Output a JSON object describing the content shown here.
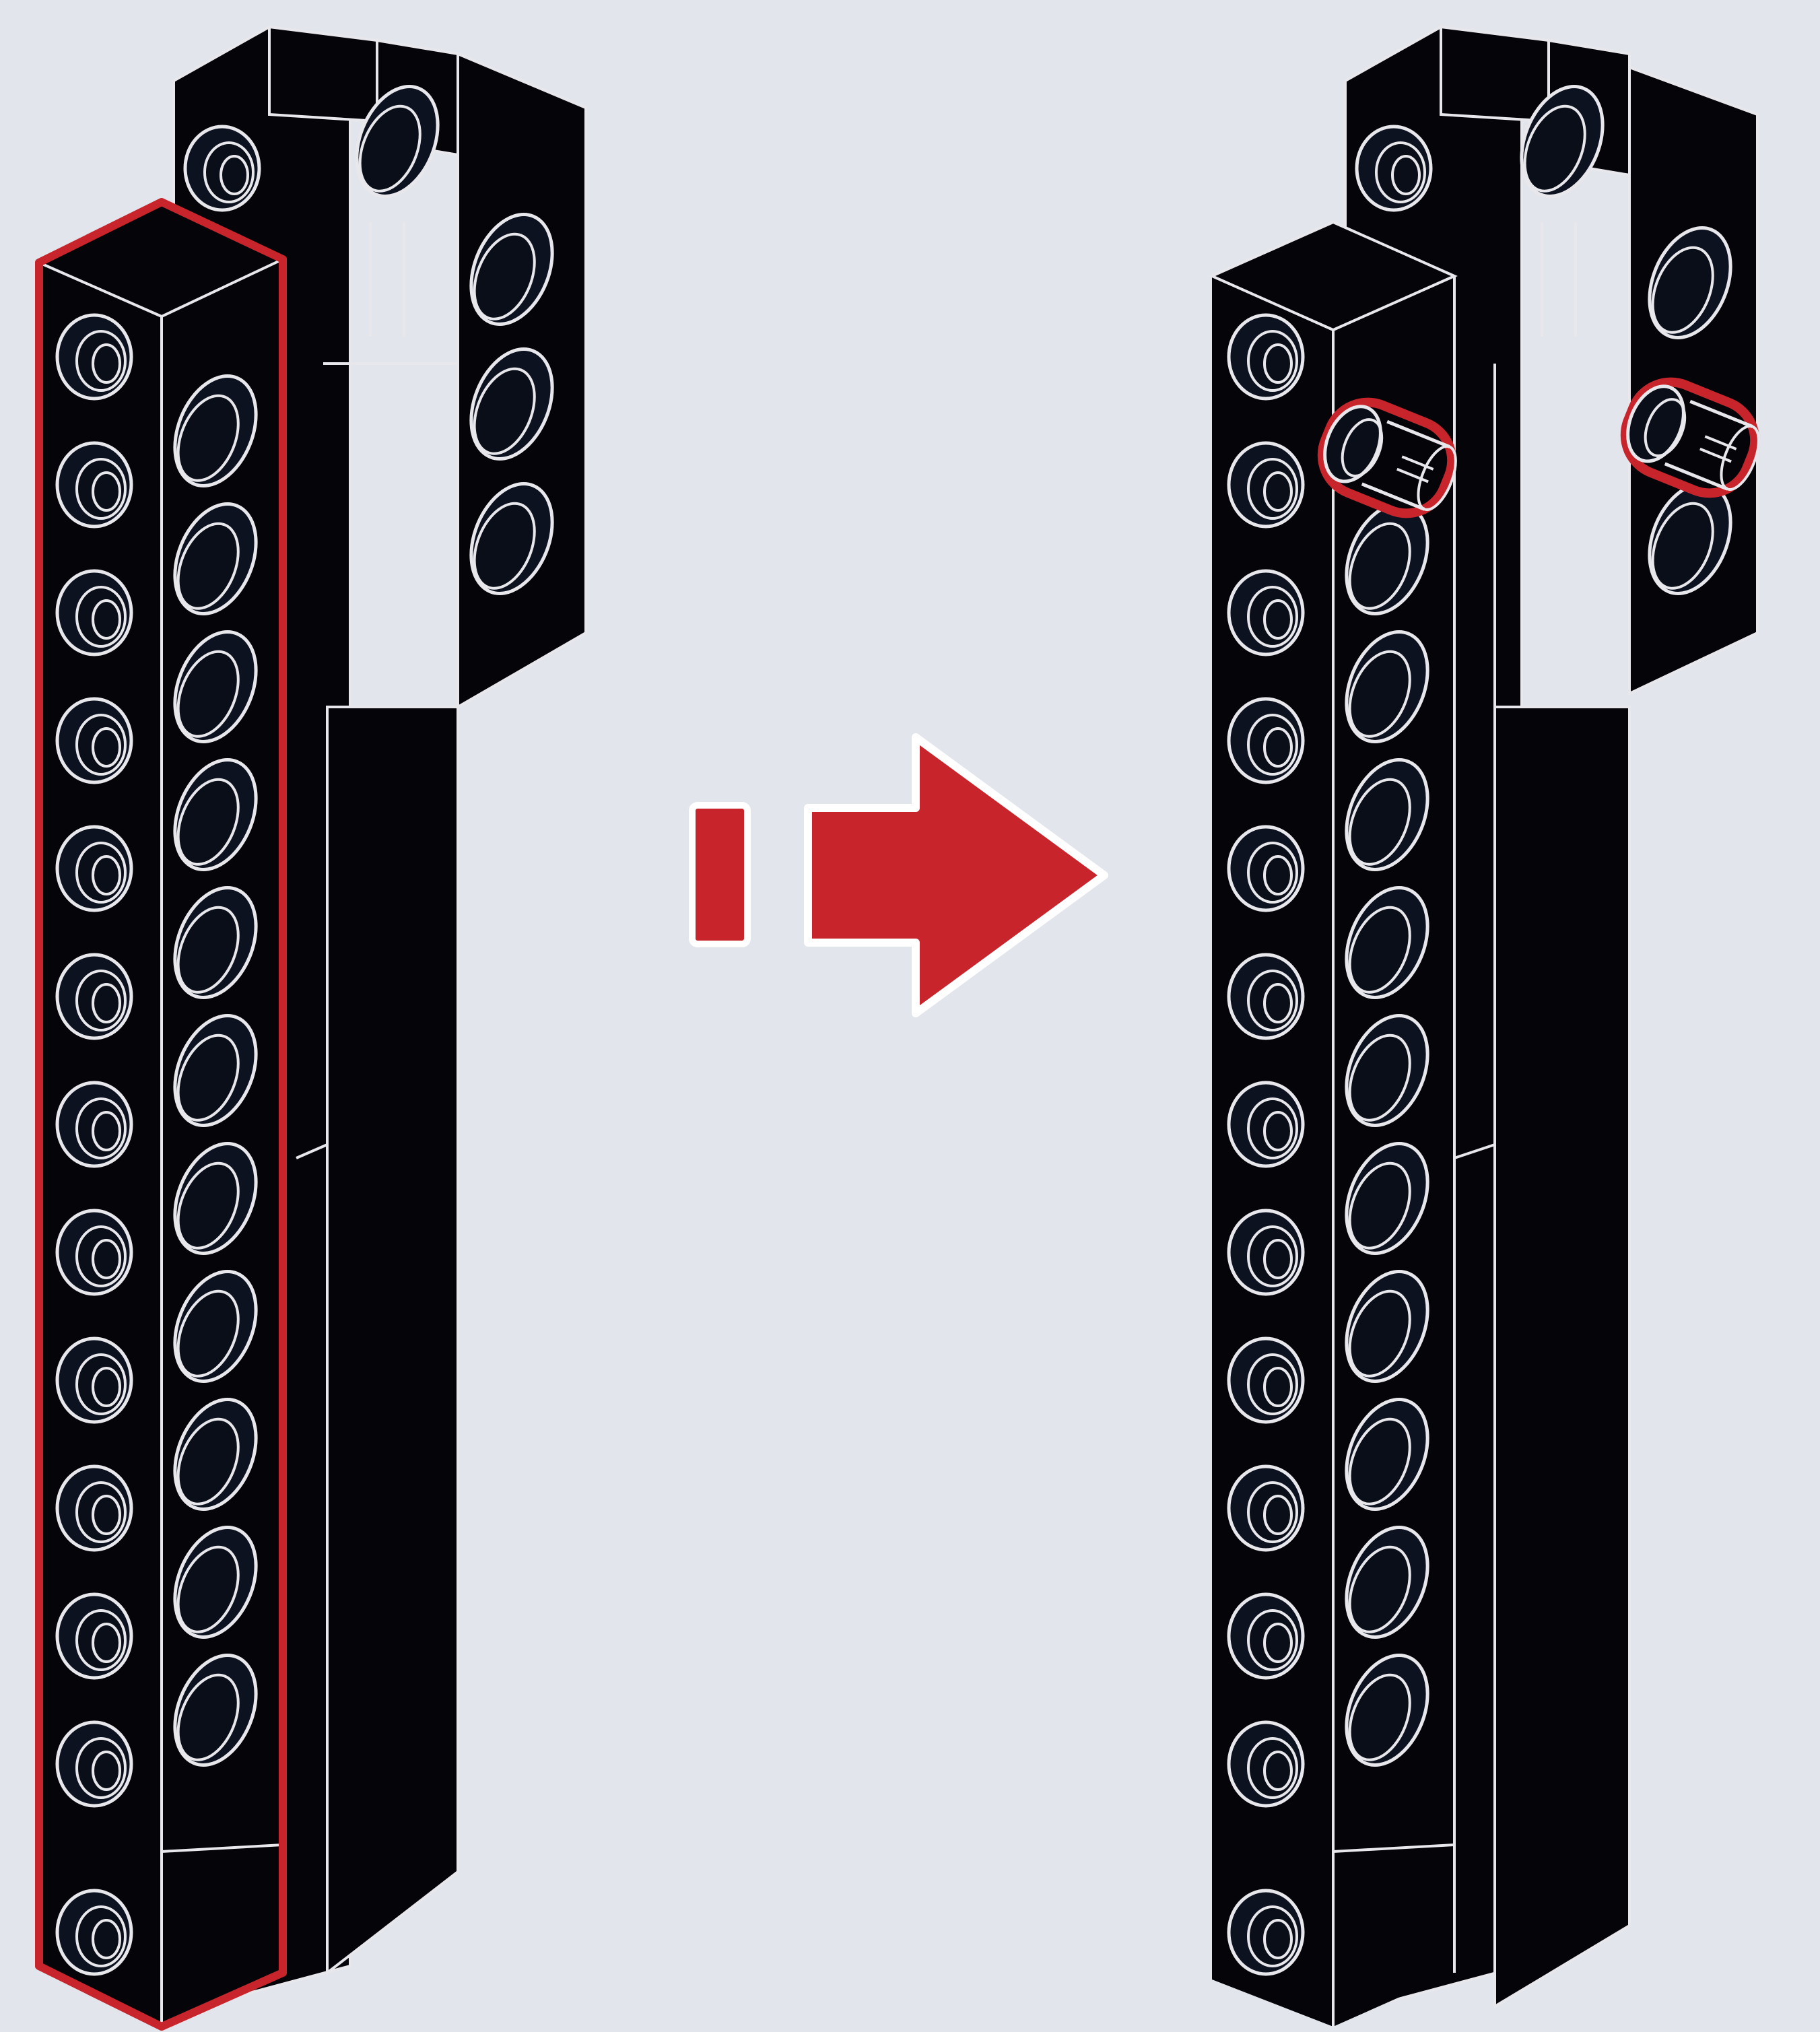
{
  "colors": {
    "background": "#e2e5ec",
    "brick": "#050509",
    "hole": "#0d1220",
    "outline": "#e8e8ec",
    "highlight": "#c8242b",
    "arrow_border": "#ffffff"
  },
  "diagram": {
    "before": {
      "highlighted_part": "technic-beam-13",
      "beam_holes_left_face": 13,
      "beam_holes_right_face": 11
    },
    "arrow": {
      "direction": "right",
      "icon": "step-arrow-icon"
    },
    "after": {
      "added_parts": [
        "technic-friction-pin",
        "technic-friction-pin"
      ],
      "highlighted_count": 2
    }
  }
}
